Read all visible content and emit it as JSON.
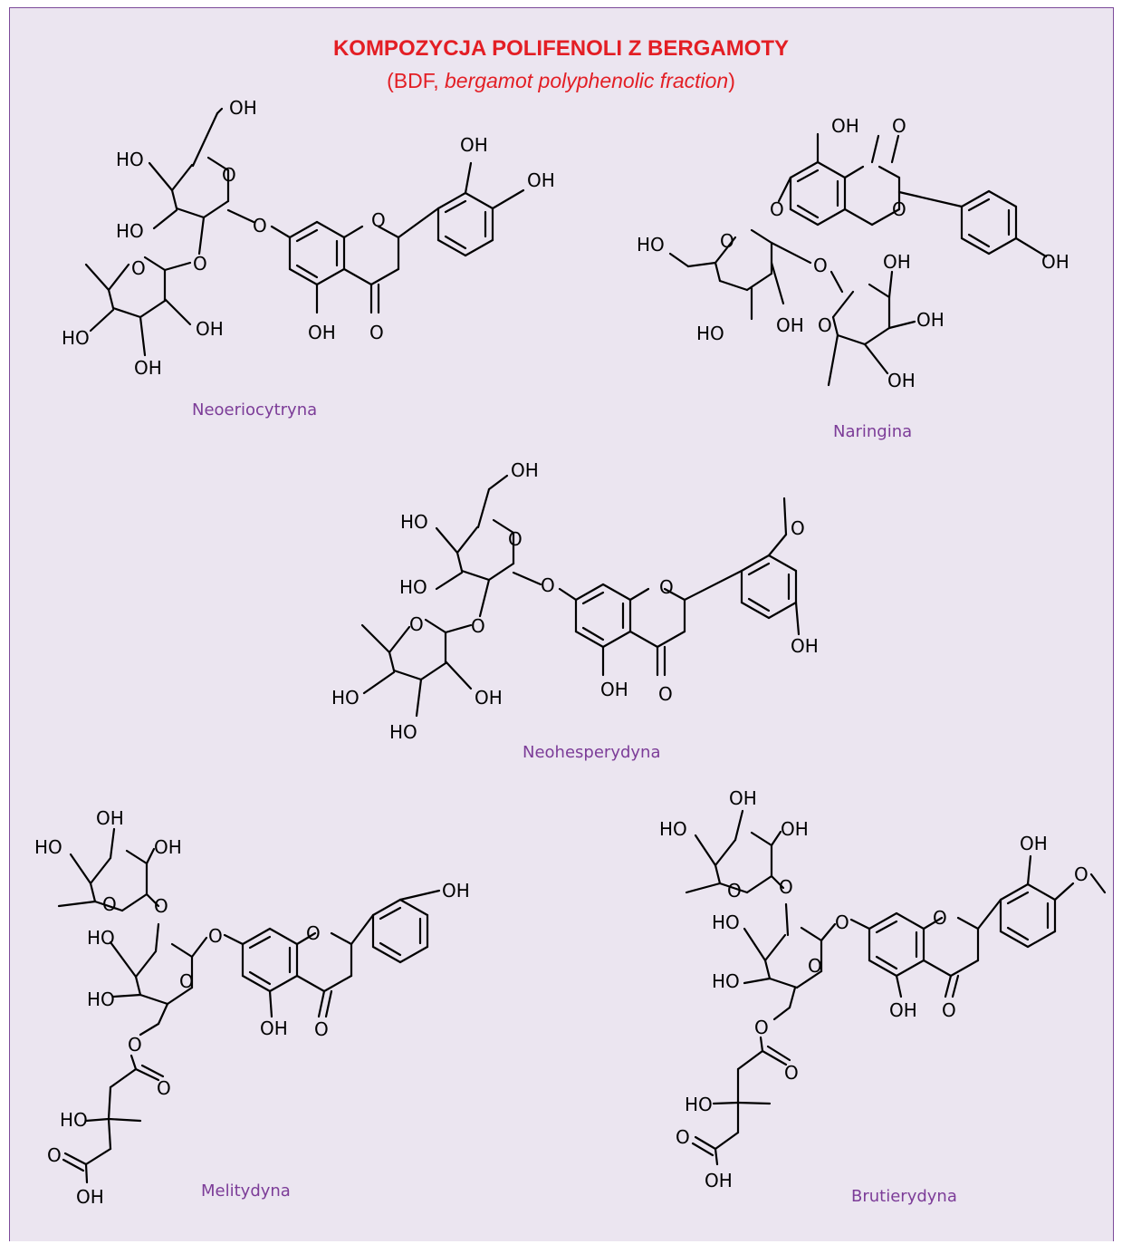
{
  "header": {
    "title": "KOMPOZYCJA POLIFENOLI Z BERGAMOTY",
    "subtitle_prefix": "(BDF, ",
    "subtitle_italic": "bergamot polyphenolic fraction",
    "subtitle_suffix": ")"
  },
  "compounds": [
    {
      "name": "Neoeriocytryna"
    },
    {
      "name": "Naringina"
    },
    {
      "name": "Neohesperydyna"
    },
    {
      "name": "Melitydyna"
    },
    {
      "name": "Brutierydyna"
    }
  ],
  "atom_labels": {
    "oh": "OH",
    "ho": "HO",
    "o": "O"
  },
  "colors": {
    "title": "#e31e24",
    "compound_name": "#7c3c98",
    "panel_bg": "#ebe5f0",
    "border": "#7c4a9a"
  }
}
